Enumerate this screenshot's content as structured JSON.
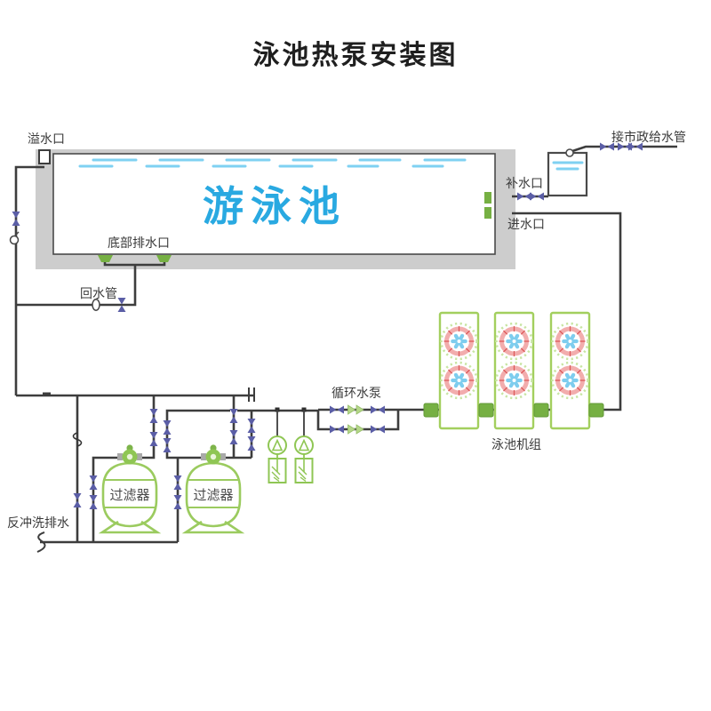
{
  "title": "泳池热泵安装图",
  "pool": {
    "name": "游泳池",
    "overflow": "溢水口",
    "bottom_drain": "底部排水口"
  },
  "pipes": {
    "return_pipe": "回水管",
    "makeup_port": "补水口",
    "inlet_port": "进水口",
    "municipal_supply": "接市政给水管",
    "backwash_drain": "反冲洗排水"
  },
  "equipment": {
    "circulation_pump": "循环水泵",
    "heat_pump_units": "泳池机组",
    "filter_left": "过滤器",
    "filter_right": "过滤器"
  },
  "colors": {
    "pipe": "#3d3d3d",
    "valve_purple": "#5b5ea6",
    "equipment_green": "#76b043",
    "filter_green": "#9bcb5f",
    "pale_pump_green": "#b5d789",
    "water_blue": "#7fd1f2",
    "pool_text_blue": "#29a9e1",
    "pool_wall_gray": "#cdcdcd",
    "fan_ring_pink": "#f2adad",
    "fan_spoke_red": "#dc5a5a",
    "fan_blade_blue": "#7ecdee"
  }
}
